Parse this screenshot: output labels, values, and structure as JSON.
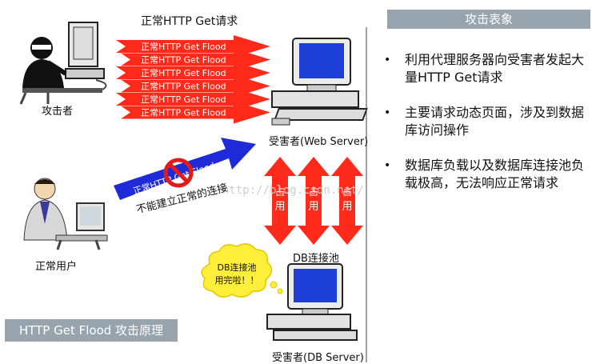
{
  "top_label": "正常HTTP Get请求",
  "flood_arrows": [
    "正常HTTP Get Flood",
    "正常HTTP Get Flood",
    "正常HTTP Get Flood",
    "正常HTTP Get Flood",
    "正常HTTP Get Flood",
    "正常HTTP Get Flood"
  ],
  "attacker_label": "攻击者",
  "web_server_label": "受害者(Web Server)",
  "blocked_arrow_text": "正常HTTP Get Flood",
  "blocked_note": "不能建立正常的连接",
  "normal_user_label": "正常用户",
  "occupied_label": "占用",
  "db_pool_label": "DB连接池",
  "cloud_text_line1": "DB连接池",
  "cloud_text_line2": "用完啦！！",
  "db_server_label": "受害者(DB Server)",
  "watermark": "http://blog.csdn.net/",
  "panel": {
    "title": "攻击表象",
    "bullets": [
      "利用代理服务器向受害者发起大量HTTP Get请求",
      "主要请求动态页面，涉及到数据库访问操作",
      "数据库负载以及数据库连接池负载极高，无法响应正常请求"
    ]
  },
  "footer_label": "HTTP Get Flood 攻击原理",
  "colors": {
    "flood_red": "#ff2a1a",
    "blue_arrow": "#1f2bd8",
    "panel_gray": "#97a3ad",
    "cloud_yellow": "#ffef3a"
  }
}
